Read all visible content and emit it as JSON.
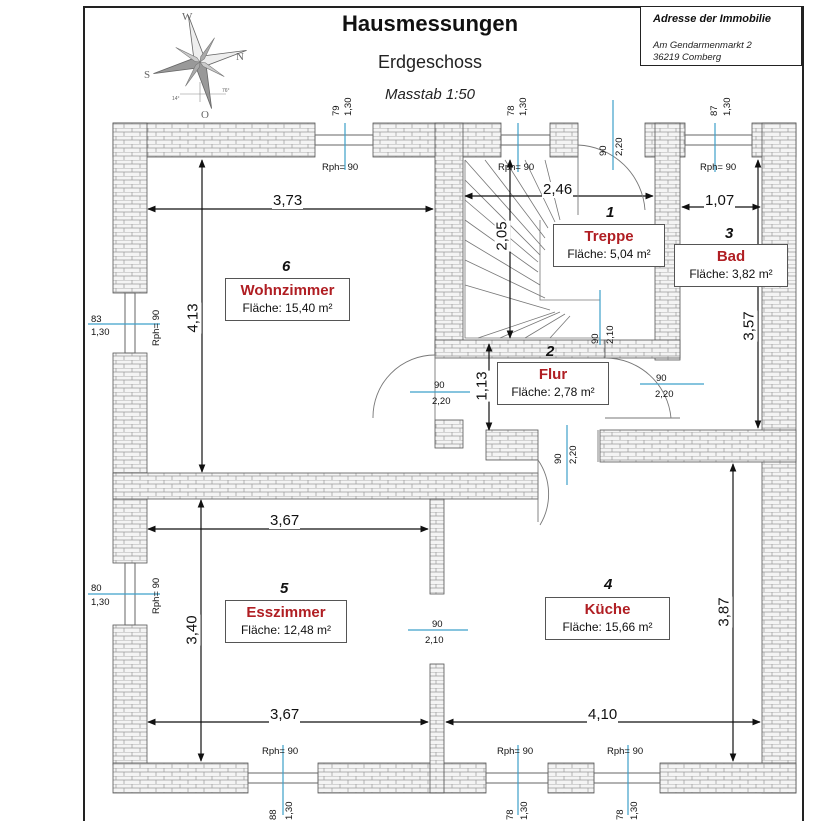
{
  "header": {
    "title": "Hausmessungen",
    "floor": "Erdgeschoss",
    "scale": "Masstab 1:50"
  },
  "address": {
    "title": "Adresse der Immobilie",
    "street": "Am Gendarmenmarkt 2",
    "city": "36219 Comberg"
  },
  "compass": {
    "n": "N",
    "s": "S",
    "w": "W",
    "o": "O",
    "angle_left": "14°",
    "angle_right": "76°"
  },
  "rooms": {
    "treppe": {
      "number": "1",
      "name": "Treppe",
      "area": "Fläche: 5,04 m²"
    },
    "flur": {
      "number": "2",
      "name": "Flur",
      "area": "Fläche: 2,78 m²"
    },
    "bad": {
      "number": "3",
      "name": "Bad",
      "area": "Fläche: 3,82 m²"
    },
    "kueche": {
      "number": "4",
      "name": "Küche",
      "area": "Fläche: 15,66 m²"
    },
    "esszimmer": {
      "number": "5",
      "name": "Esszimmer",
      "area": "Fläche: 12,48 m²"
    },
    "wohnzimmer": {
      "number": "6",
      "name": "Wohnzimmer",
      "area": "Fläche: 15,40 m²"
    }
  },
  "dimensions": {
    "wohn_width": "3,73",
    "wohn_height": "4,13",
    "treppe_width": "2,46",
    "treppe_height": "2,05",
    "bad_width": "1,07",
    "bad_height": "3,57",
    "flur_height": "1,13",
    "ess_width_top": "3,67",
    "ess_width_bottom": "3,67",
    "ess_height": "3,40",
    "kueche_width": "4,10",
    "kueche_height": "3,87"
  },
  "openings": {
    "win_top_left": {
      "w": "79",
      "h": "1,30"
    },
    "win_top_mid": {
      "w": "78",
      "h": "1,30"
    },
    "door_top": {
      "w": "90",
      "h": "2,20"
    },
    "win_top_right": {
      "w": "87",
      "h": "1,30"
    },
    "win_left_upper": {
      "w": "83",
      "h": "1,30"
    },
    "win_left_lower": {
      "w": "80",
      "h": "1,30"
    },
    "win_bottom_left": {
      "w": "88",
      "h": "1,30"
    },
    "win_bottom_mid": {
      "w": "78",
      "h": "1,30"
    },
    "win_bottom_right": {
      "w": "78",
      "h": "1,30"
    },
    "door_wohn": {
      "w": "90",
      "h": "2,20"
    },
    "door_bad": {
      "w": "90",
      "h": "2,20"
    },
    "door_treppe": {
      "w": "90",
      "h": "2,10"
    },
    "door_kueche": {
      "w": "90",
      "h": "2,20"
    },
    "door_ess": {
      "w": "90",
      "h": "2,10"
    }
  },
  "radiators": {
    "wohn_top": "Rph= 90",
    "treppe": "Rph= 90",
    "bad": "Rph= 90",
    "wohn_left": "Rph= 90",
    "ess_left": "Rph= 90",
    "ess_bottom": "Rph= 90",
    "kueche_bottom_left": "Rph= 90",
    "kueche_bottom_right": "Rph= 90"
  }
}
